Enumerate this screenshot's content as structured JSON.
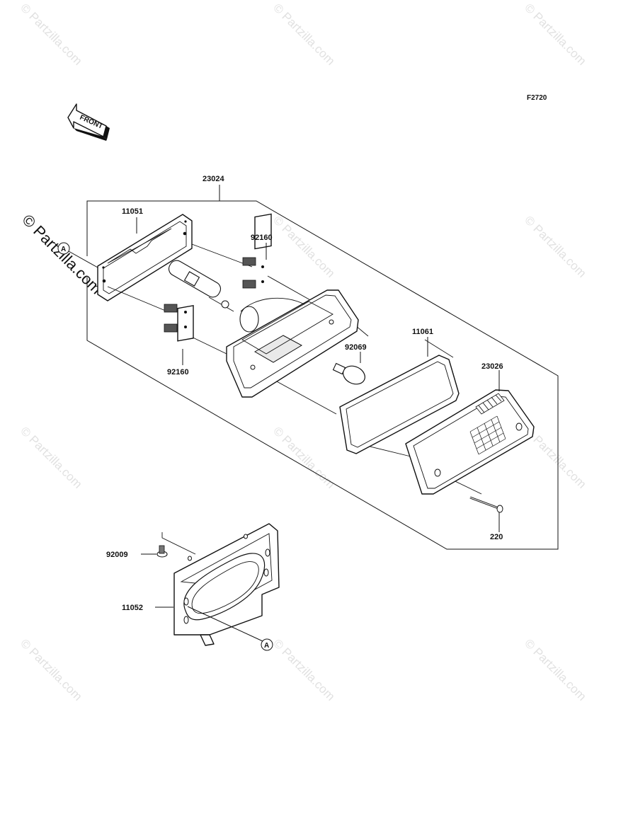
{
  "diagram": {
    "figure_code": "F2720",
    "front_label": "FRONT",
    "watermark_text": "© Partzilla.com",
    "callouts": {
      "assembly": "23024",
      "housing_frame": "11051",
      "socket_top": "92160",
      "socket_bottom": "92160",
      "bulb": "92069",
      "gasket": "11061",
      "lens": "23026",
      "screw": "220",
      "bolt": "92009",
      "bracket": "11052"
    },
    "ref_marker_top": "A",
    "ref_marker_bottom": "A"
  }
}
